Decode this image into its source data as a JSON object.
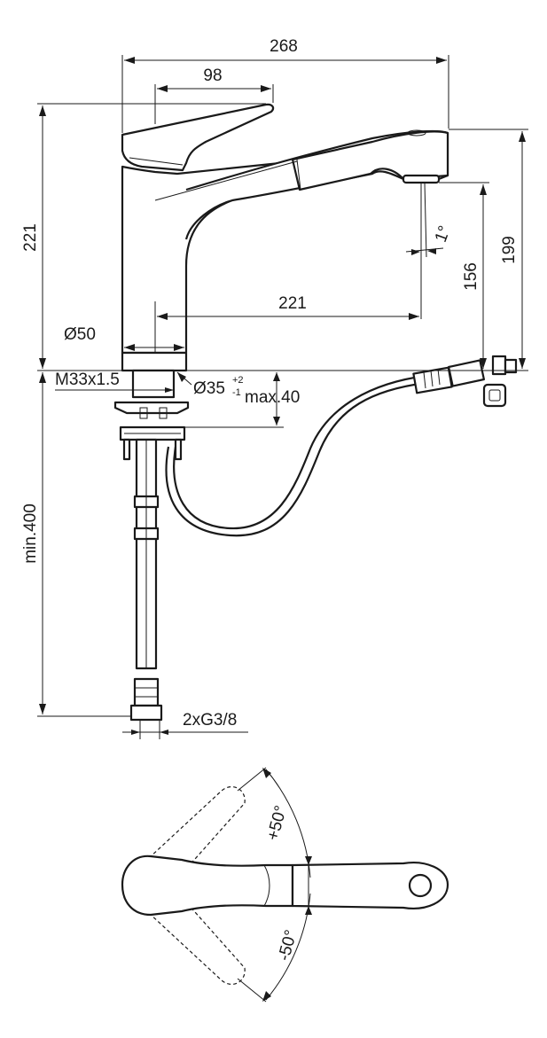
{
  "drawing": {
    "dimensions": {
      "overall_length": "268",
      "lever_offset": "98",
      "total_height": "221",
      "spout_reach": "221",
      "outlet_height": "199",
      "spout_clearance": "156",
      "spout_angle": "1°",
      "body_diameter": "Ø50",
      "thread": "M33x1.5",
      "hole_diameter_base": "Ø35",
      "hole_tol_plus": "+2",
      "hole_tol_minus": "-1",
      "max_thickness": "max.40",
      "hose_length": "min.400",
      "connections": "2xG3/8",
      "rotation_plus": "+50°",
      "rotation_minus": "-50°"
    }
  }
}
